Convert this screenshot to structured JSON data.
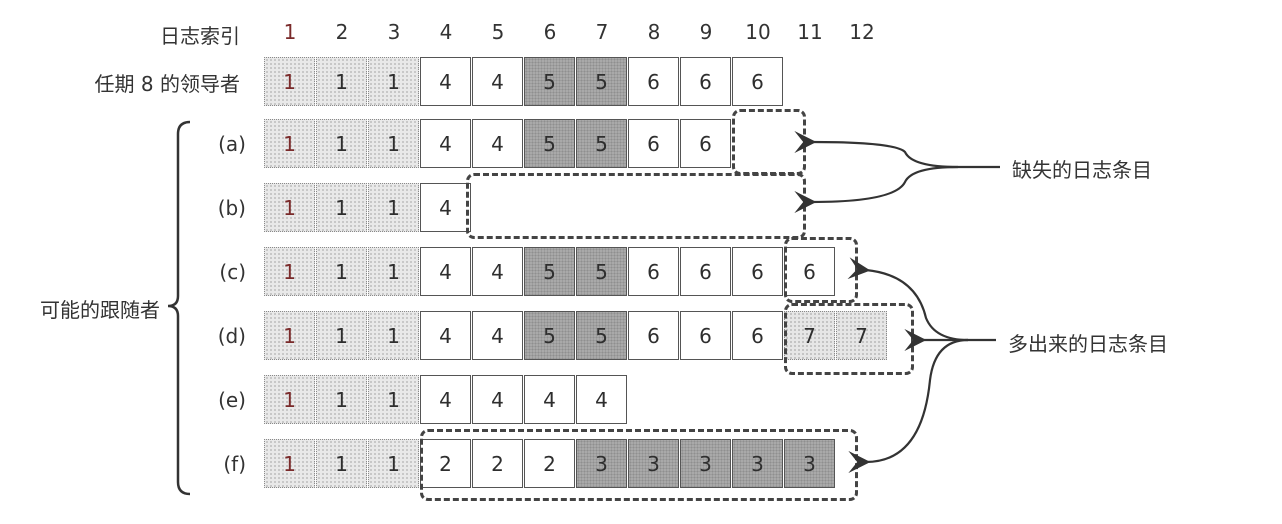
{
  "header": {
    "index_label": "日志索引",
    "indices": [
      "1",
      "2",
      "3",
      "4",
      "5",
      "6",
      "7",
      "8",
      "9",
      "10",
      "11",
      "12"
    ]
  },
  "leader": {
    "label": "任期 8 的领导者",
    "entries": [
      1,
      1,
      1,
      4,
      4,
      5,
      5,
      6,
      6,
      6
    ]
  },
  "followers_group_label": "可能的跟随者",
  "followers": [
    {
      "label": "(a)",
      "entries": [
        1,
        1,
        1,
        4,
        4,
        5,
        5,
        6,
        6
      ]
    },
    {
      "label": "(b)",
      "entries": [
        1,
        1,
        1,
        4
      ]
    },
    {
      "label": "(c)",
      "entries": [
        1,
        1,
        1,
        4,
        4,
        5,
        5,
        6,
        6,
        6,
        6
      ]
    },
    {
      "label": "(d)",
      "entries": [
        1,
        1,
        1,
        4,
        4,
        5,
        5,
        6,
        6,
        6,
        7,
        7
      ]
    },
    {
      "label": "(e)",
      "entries": [
        1,
        1,
        1,
        4,
        4,
        4,
        4
      ]
    },
    {
      "label": "(f)",
      "entries": [
        1,
        1,
        1,
        2,
        2,
        2,
        3,
        3,
        3,
        3,
        3
      ]
    }
  ],
  "callouts": {
    "missing": "缺失的日志条目",
    "extra": "多出来的日志条目"
  },
  "cell_styles": {
    "term_1": "light-stipple",
    "term_5": "dark-gray",
    "term_3": "dark-gray",
    "term_7": "light-stipple",
    "other": "white"
  },
  "colors": {
    "border": "#555555",
    "dark_fill": "#a9a9a9",
    "light_fill": "#e9e9e9",
    "term1_digit": "#7a2a2a"
  }
}
